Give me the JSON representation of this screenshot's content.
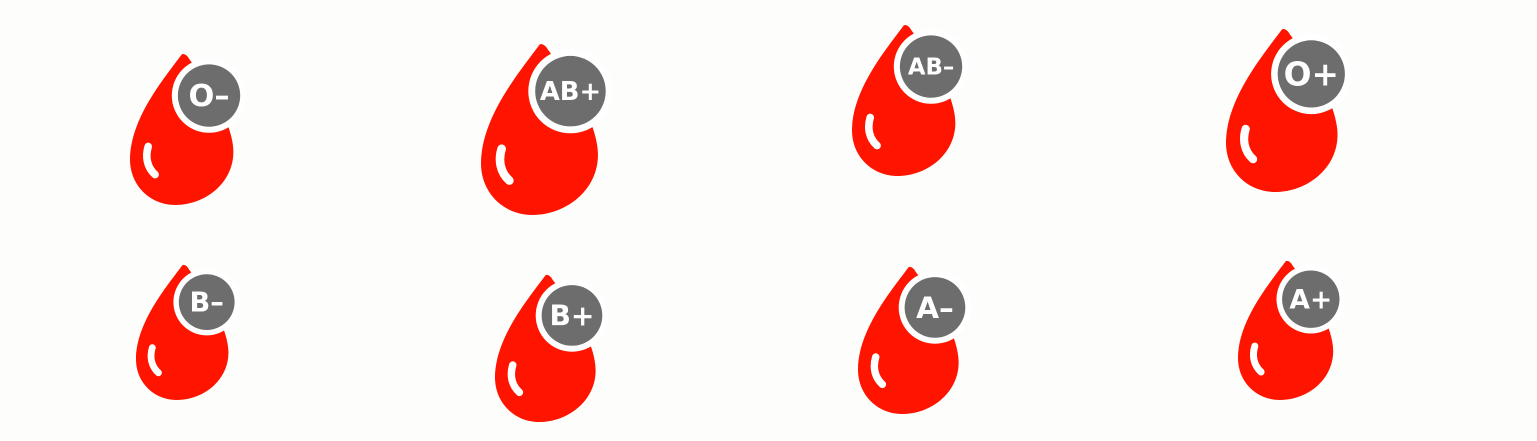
{
  "colors": {
    "drop": "#ff1400",
    "badge": "#6d6d6d",
    "badge_ring": "#ffffff",
    "highlight": "#ffffff",
    "background": "#fdfdfb"
  },
  "icons": {
    "drop": "blood-drop-icon"
  },
  "blood_types": [
    {
      "label": "O–"
    },
    {
      "label": "AB+"
    },
    {
      "label": "AB–"
    },
    {
      "label": "O+"
    },
    {
      "label": "B–"
    },
    {
      "label": "B+"
    },
    {
      "label": "A–"
    },
    {
      "label": "A+"
    }
  ]
}
